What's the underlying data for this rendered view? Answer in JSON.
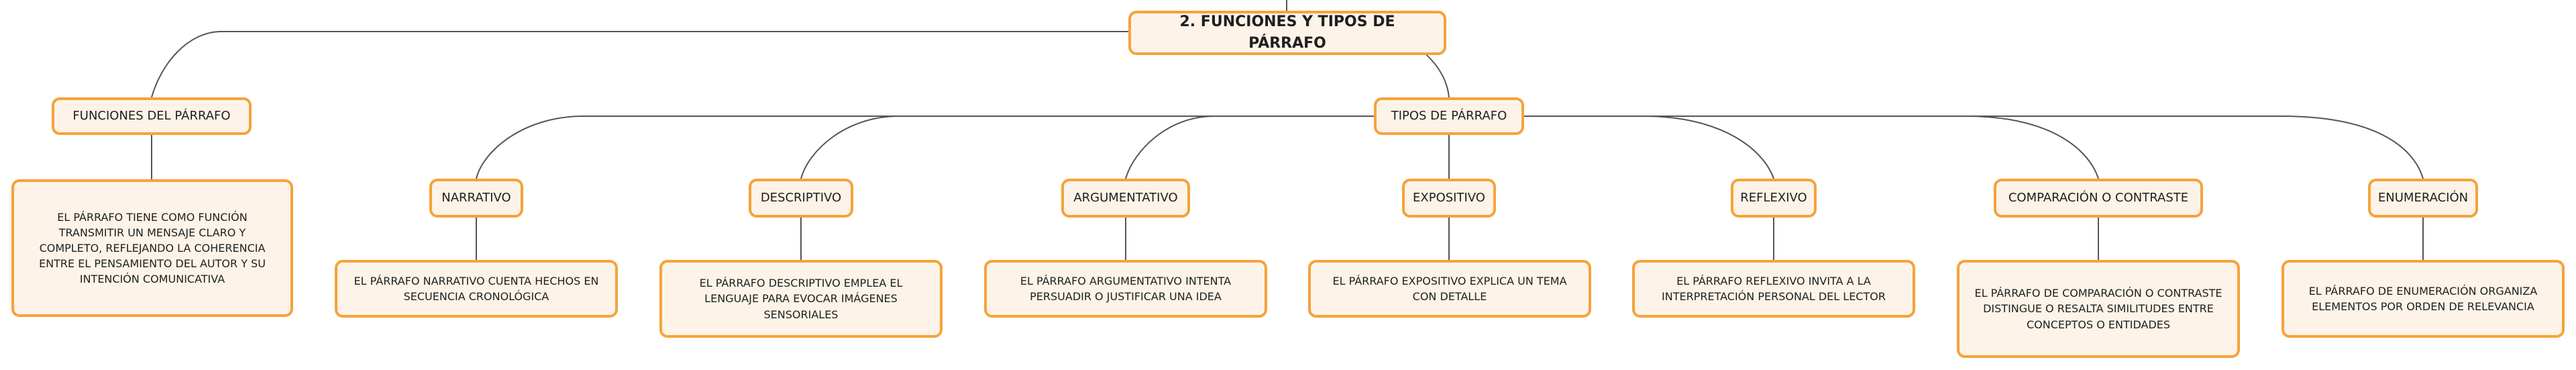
{
  "root": {
    "label": "2. FUNCIONES Y TIPOS DE PÁRRAFO"
  },
  "funciones": {
    "label": "FUNCIONES DEL PÁRRAFO",
    "desc": "EL PÁRRAFO TIENE COMO FUNCIÓN TRANSMITIR UN MENSAJE CLARO Y COMPLETO, REFLEJANDO LA COHERENCIA ENTRE EL PENSAMIENTO DEL AUTOR Y SU INTENCIÓN COMUNICATIVA"
  },
  "tipos": {
    "label": "TIPOS DE PÁRRAFO",
    "items": [
      {
        "label": "NARRATIVO",
        "desc": "EL PÁRRAFO NARRATIVO CUENTA HECHOS EN SECUENCIA CRONOLÓGICA"
      },
      {
        "label": "DESCRIPTIVO",
        "desc": "EL PÁRRAFO DESCRIPTIVO EMPLEA EL LENGUAJE PARA EVOCAR IMÁGENES SENSORIALES"
      },
      {
        "label": "ARGUMENTATIVO",
        "desc": "EL PÁRRAFO ARGUMENTATIVO INTENTA PERSUADIR O JUSTIFICAR UNA IDEA"
      },
      {
        "label": "EXPOSITIVO",
        "desc": "EL PÁRRAFO EXPOSITIVO EXPLICA UN TEMA CON DETALLE"
      },
      {
        "label": "REFLEXIVO",
        "desc": "EL PÁRRAFO REFLEXIVO INVITA A LA INTERPRETACIÓN PERSONAL DEL LECTOR"
      },
      {
        "label": "COMPARACIÓN O CONTRASTE",
        "desc": "EL PÁRRAFO DE COMPARACIÓN O CONTRASTE DISTINGUE O RESALTA SIMILITUDES ENTRE CONCEPTOS O ENTIDADES"
      },
      {
        "label": "ENUMERACIÓN",
        "desc": "EL PÁRRAFO DE ENUMERACIÓN ORGANIZA ELEMENTOS POR ORDEN DE RELEVANCIA"
      }
    ]
  },
  "colors": {
    "border": "#f5a33a",
    "fill": "#fdf3e8",
    "line": "#555555"
  }
}
